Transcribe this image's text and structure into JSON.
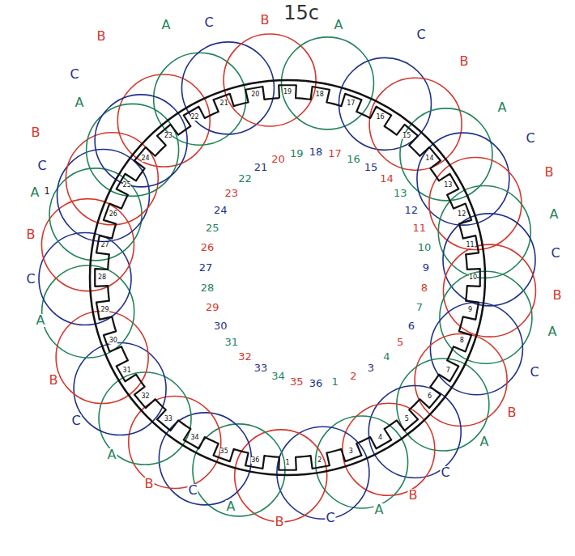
{
  "diagram": {
    "labels": [
      "15c",
      "B",
      "A",
      "C",
      "B",
      "A",
      "C",
      "B",
      "A",
      "C",
      "B",
      "A",
      "C",
      "B",
      "A",
      "C",
      "B",
      "A",
      "C",
      "B",
      "A",
      "C",
      "B",
      "A",
      "C",
      "B",
      "A",
      "C",
      "B",
      "A",
      "C",
      "B",
      "A",
      "C",
      "B",
      "A",
      "C",
      "1",
      "1",
      "2",
      "3",
      "4",
      "5",
      "6",
      "7",
      "8",
      "9",
      "10",
      "11",
      "12",
      "13",
      "14",
      "15",
      "16",
      "17",
      "18",
      "19",
      "20",
      "21",
      "22",
      "23",
      "24",
      "25",
      "26",
      "27",
      "28",
      "29",
      "30",
      "31",
      "32",
      "33",
      "34",
      "35",
      "36",
      "1",
      "2",
      "3",
      "4",
      "5",
      "6",
      "7",
      "8",
      "9",
      "10",
      "11",
      "12",
      "13",
      "14",
      "15",
      "16",
      "17",
      "18",
      "19",
      "20",
      "21",
      "22",
      "23",
      "24",
      "25",
      "26",
      "27",
      "28",
      "29",
      "30",
      "31",
      "32",
      "33",
      "34",
      "35",
      "36"
    ]
  }
}
